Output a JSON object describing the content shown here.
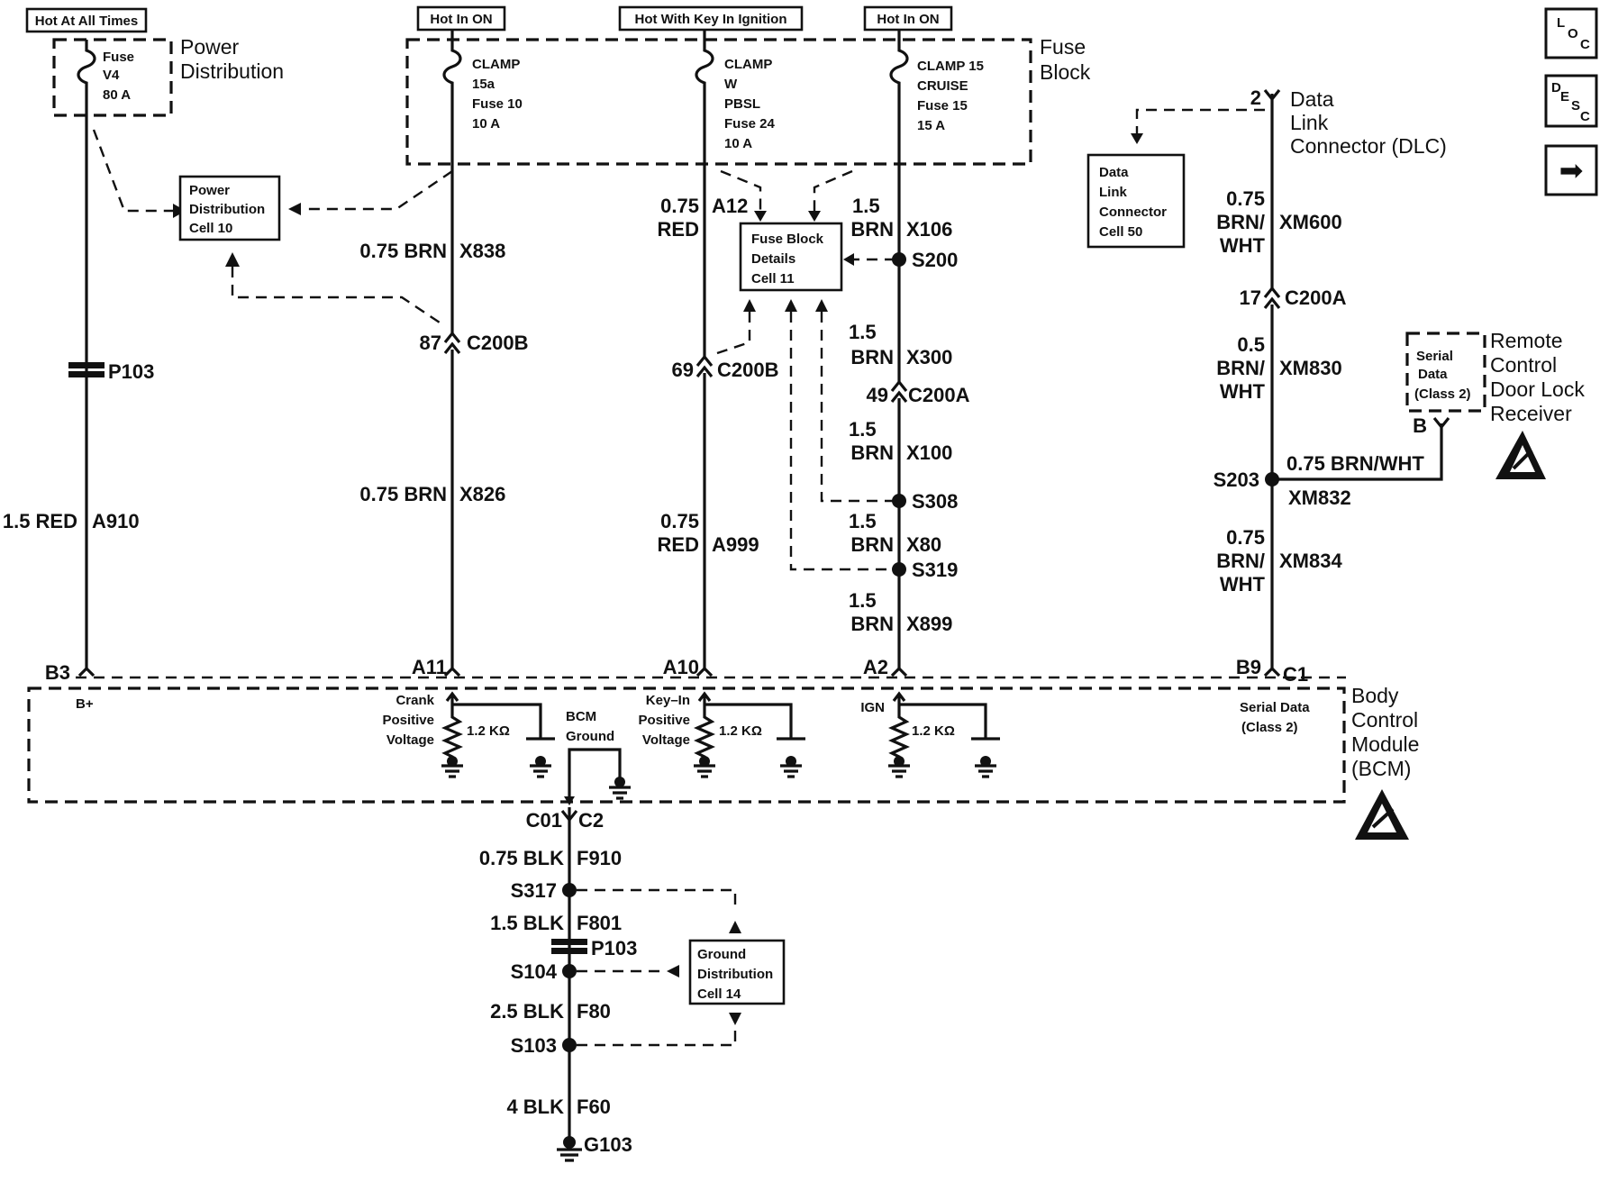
{
  "headers": {
    "hot_at_all_times": "Hot At All Times",
    "hot_in_on_1": "Hot In ON",
    "hot_with_key": "Hot With Key In Ignition",
    "hot_in_on_2": "Hot In ON"
  },
  "power_distribution": {
    "title_1": "Power",
    "title_2": "Distribution",
    "fuse_l1": "Fuse",
    "fuse_l2": "V4",
    "fuse_l3": "80 A",
    "cell_l1": "Power",
    "cell_l2": "Distribution",
    "cell_l3": "Cell 10"
  },
  "fuse_block": {
    "title_1": "Fuse",
    "title_2": "Block",
    "c1_l1": "CLAMP",
    "c1_l2": "15a",
    "c1_l3": "Fuse 10",
    "c1_l4": "10 A",
    "c2_l1": "CLAMP",
    "c2_l2": "W",
    "c2_l3": "PBSL",
    "c2_l4": "Fuse 24",
    "c2_l5": "10 A",
    "c3_l1": "CLAMP 15",
    "c3_l2": "CRUISE",
    "c3_l3": "Fuse 15",
    "c3_l4": "15 A",
    "details_l1": "Fuse Block",
    "details_l2": "Details",
    "details_l3": "Cell 11"
  },
  "wire1": {
    "p103": "P103",
    "size": "1.5 RED",
    "circuit": "A910",
    "pin": "B3",
    "term": "B+"
  },
  "wire2": {
    "upper": "0.75 BRN",
    "upper_circ": "X838",
    "conn_num": "87",
    "conn": "C200B",
    "lower": "0.75 BRN",
    "lower_circ": "X826",
    "pin": "A11",
    "term_l1": "Crank",
    "term_l2": "Positive",
    "term_l3": "Voltage",
    "res": "1.2 KΩ"
  },
  "wire3": {
    "upper_size": "0.75",
    "upper_color": "RED",
    "upper_circ": "A12",
    "conn_num": "69",
    "conn": "C200B",
    "lower_size": "0.75",
    "lower_color": "RED",
    "lower_circ": "A999",
    "pin": "A10",
    "term_l1": "Key–In",
    "term_l2": "Positive",
    "term_l3": "Voltage",
    "res": "1.2 KΩ"
  },
  "wire4": {
    "s1_size": "1.5",
    "s1_color": "BRN",
    "s1_circ": "X106",
    "splice1": "S200",
    "s2_size": "1.5",
    "s2_color": "BRN",
    "s2_circ": "X300",
    "conn_num": "49",
    "conn": "C200A",
    "s3_size": "1.5",
    "s3_color": "BRN",
    "s3_circ": "X100",
    "splice2": "S308",
    "s4_size": "1.5",
    "s4_color": "BRN",
    "s4_circ": "X80",
    "splice3": "S319",
    "s5_size": "1.5",
    "s5_color": "BRN",
    "s5_circ": "X899",
    "pin": "A2",
    "term": "IGN",
    "res": "1.2 KΩ"
  },
  "dlc": {
    "pin": "2",
    "title_1": "Data",
    "title_2": "Link",
    "title_3": "Connector (DLC)",
    "cell_l1": "Data",
    "cell_l2": "Link",
    "cell_l3": "Connector",
    "cell_l4": "Cell 50",
    "s1_size": "0.75",
    "s1_color1": "BRN/",
    "s1_color2": "WHT",
    "s1_circ": "XM600",
    "conn_num": "17",
    "conn": "C200A",
    "s2_size": "0.5",
    "s2_color1": "BRN/",
    "s2_color2": "WHT",
    "s2_circ": "XM830",
    "splice": "S203",
    "splice_circ": "XM832",
    "branch": "0.75 BRN/WHT",
    "s3_size": "0.75",
    "s3_color1": "BRN/",
    "s3_color2": "WHT",
    "s3_circ": "XM834",
    "pin_b9": "B9",
    "pin_c1": "C1",
    "term_l1": "Serial Data",
    "term_l2": "(Class 2)"
  },
  "rcdlr": {
    "title_1": "Remote",
    "title_2": "Control",
    "title_3": "Door Lock",
    "title_4": "Receiver",
    "inner_l1": "Serial",
    "inner_l2": "Data",
    "inner_l3": "(Class 2)",
    "pin": "B"
  },
  "bcm": {
    "title_1": "Body",
    "title_2": "Control",
    "title_3": "Module",
    "title_4": "(BCM)",
    "ground_l1": "BCM",
    "ground_l2": "Ground"
  },
  "ground": {
    "pin_c01": "C01",
    "pin_c2": "C2",
    "w1": "0.75 BLK",
    "w1_circ": "F910",
    "splice1": "S317",
    "w2": "1.5 BLK",
    "w2_circ": "F801",
    "p103": "P103",
    "splice2": "S104",
    "w3": "2.5 BLK",
    "w3_circ": "F80",
    "splice3": "S103",
    "w4": "4 BLK",
    "w4_circ": "F60",
    "g": "G103",
    "cell_l1": "Ground",
    "cell_l2": "Distribution",
    "cell_l3": "Cell 14"
  },
  "nav": {
    "loc_l": "L",
    "loc_o": "O",
    "loc_c": "C",
    "desc_d": "D",
    "desc_e": "E",
    "desc_s": "S",
    "desc_c": "C",
    "next_arrow": "➡"
  }
}
